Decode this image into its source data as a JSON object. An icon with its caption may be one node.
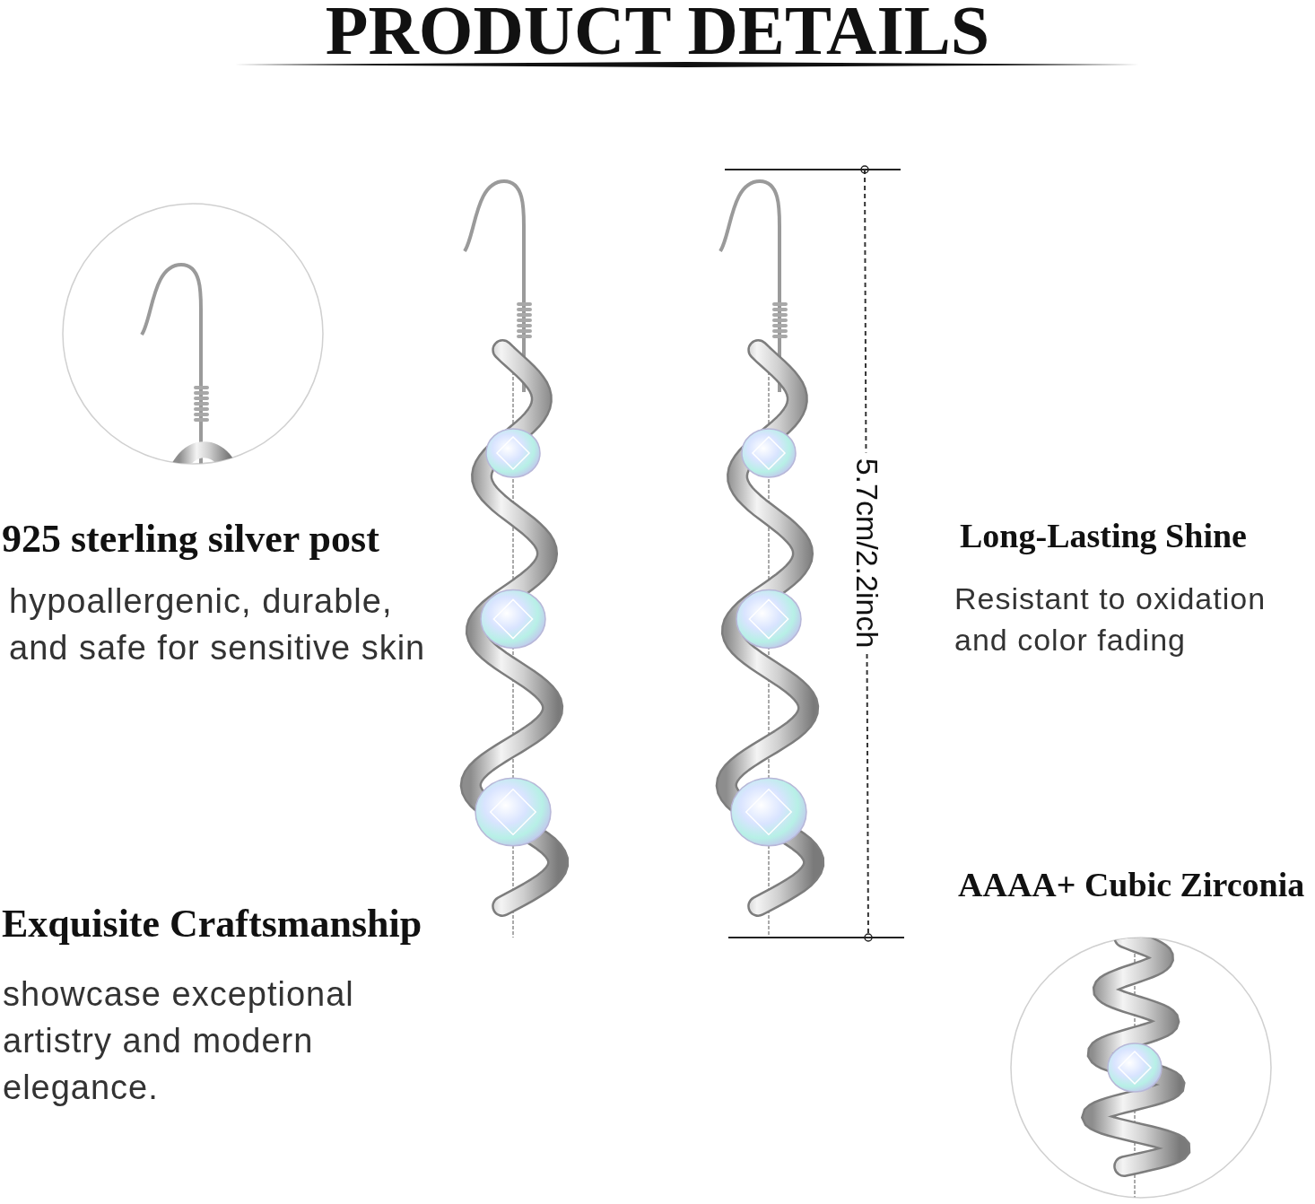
{
  "diagram": {
    "title": "PRODUCT DETAILS",
    "labels": [
      "925 sterling silver post",
      "hypoallergenic, durable, and safe for sensitive skin",
      "Long-Lasting Shine",
      "Resistant to oxidation and color fading",
      "5.7cm/2.2inch",
      "Exquisite Craftsmanship",
      "showcase exceptional artistry and modern elegance.",
      "AAAA+ Cubic Zirconia"
    ]
  }
}
